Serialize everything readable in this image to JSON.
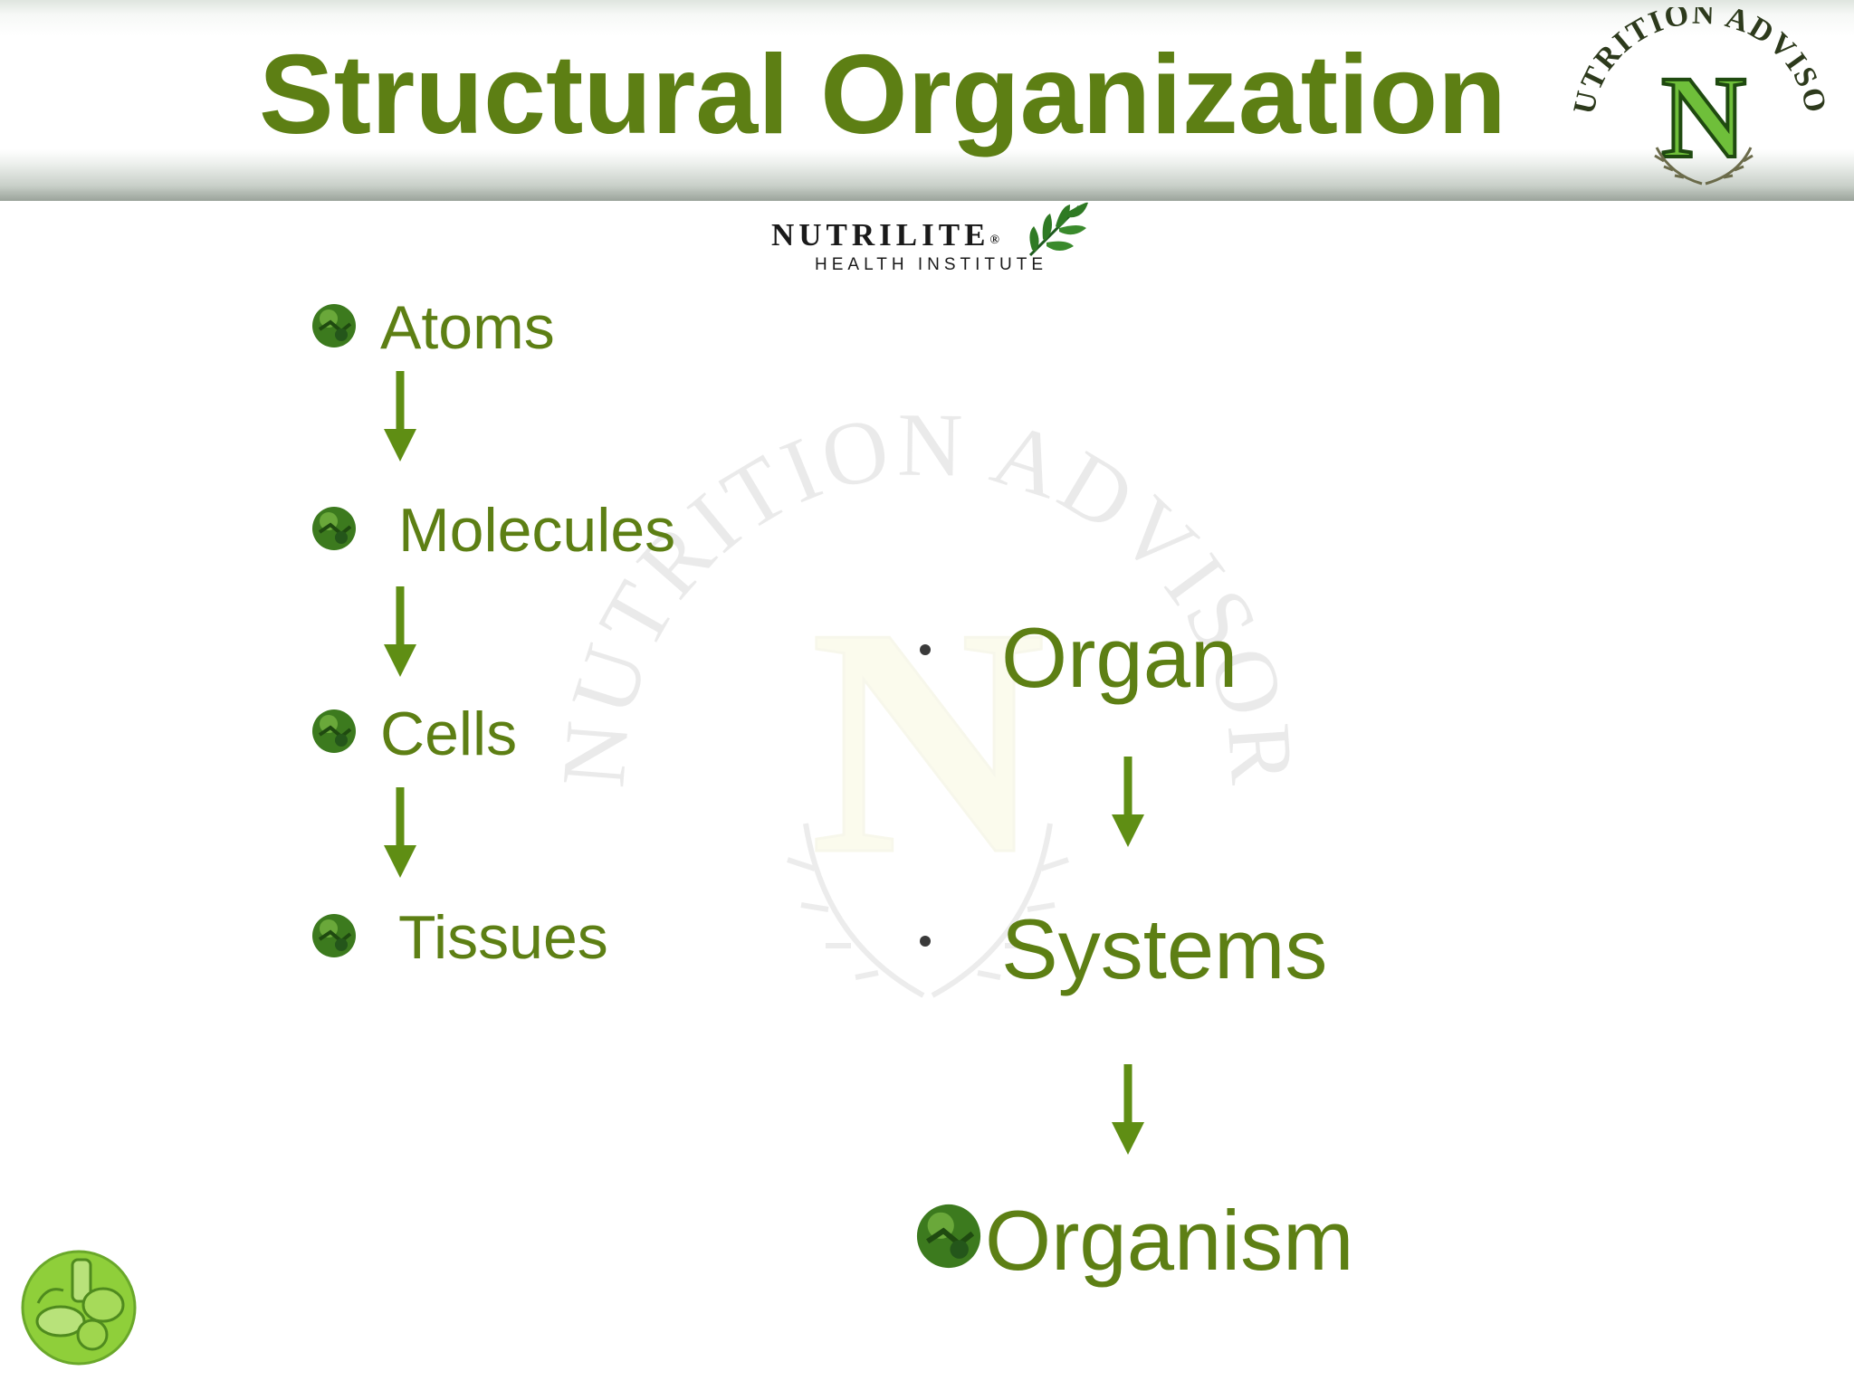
{
  "slide": {
    "title": "Structural Organization",
    "accent_color": "#5d7f14",
    "arrow_color": "#5f8e14"
  },
  "seal": {
    "icon": "nutrition-advisor-seal-icon",
    "text": "NUTRITION ADVISOR",
    "letter": "N"
  },
  "watermark": {
    "icon": "nutrition-advisor-watermark-icon",
    "text": "NUTRITION ADVISOR",
    "letter": "N"
  },
  "brand": {
    "name": "NUTRILITE",
    "registered": "®",
    "subtitle": "HEALTH INSTITUTE",
    "icon": "leaf-icon"
  },
  "left_items": [
    {
      "label": "Atoms",
      "bullet": "green-gem-bullet-icon"
    },
    {
      "label": "Molecules",
      "bullet": "green-gem-bullet-icon"
    },
    {
      "label": "Cells",
      "bullet": "green-gem-bullet-icon"
    },
    {
      "label": "Tissues",
      "bullet": "green-gem-bullet-icon"
    }
  ],
  "right_items": [
    {
      "label": "Organ",
      "bullet": "dot-bullet"
    },
    {
      "label": "Systems",
      "bullet": "dot-bullet"
    },
    {
      "label": "Organism",
      "bullet": "green-gem-bullet-icon"
    }
  ],
  "footer_icon": "food-basket-icon"
}
